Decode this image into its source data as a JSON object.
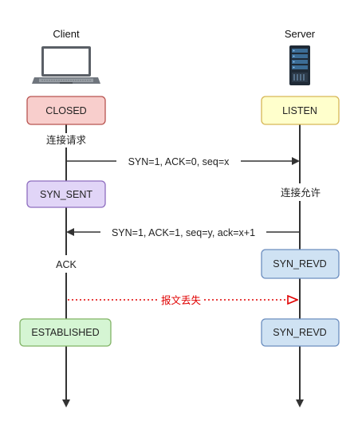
{
  "participants": {
    "client": {
      "label": "Client",
      "icon": "laptop-icon"
    },
    "server": {
      "label": "Server",
      "icon": "server-rack-icon"
    }
  },
  "states": {
    "client_closed": {
      "label": "CLOSED",
      "fill": "#f8cecc",
      "stroke": "#b85450"
    },
    "server_listen": {
      "label": "LISTEN",
      "fill": "#ffffcc",
      "stroke": "#d6b656"
    },
    "client_syn_sent": {
      "label": "SYN_SENT",
      "fill": "#e1d5f7",
      "stroke": "#8e6dbf"
    },
    "server_syn_revd_1": {
      "label": "SYN_REVD",
      "fill": "#cfe2f3",
      "stroke": "#6c8ebf"
    },
    "client_established": {
      "label": "ESTABLISHED",
      "fill": "#d5f5d3",
      "stroke": "#82b366"
    },
    "server_syn_revd_2": {
      "label": "SYN_REVD",
      "fill": "#cfe2f3",
      "stroke": "#6c8ebf"
    }
  },
  "notes": {
    "client_request": "连接请求",
    "server_allow": "连接允许",
    "client_ack": "ACK"
  },
  "messages": {
    "syn": "SYN=1, ACK=0, seq=x",
    "syn_ack": "SYN=1, ACK=1, seq=y, ack=x+1",
    "lost": "报文丢失"
  },
  "colors": {
    "lifeline": "#333333",
    "lost_message": "#e00000"
  }
}
